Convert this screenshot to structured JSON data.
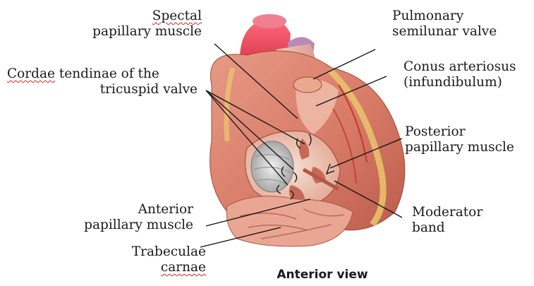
{
  "labels": {
    "spectal": {
      "line1": "Spectal",
      "line2": "papillary muscle"
    },
    "cordae": {
      "line1_a": "Cordae",
      "line1_b": " tendinae of the",
      "line2": "tricuspid valve"
    },
    "anterior": {
      "line1": "Anterior",
      "line2": "papillary muscle"
    },
    "trabeculae": {
      "line1": "Trabeculae",
      "line2": "carnae"
    },
    "pulmonary": {
      "line1": "Pulmonary",
      "line2": "semilunar valve"
    },
    "conus": {
      "line1": "Conus arteriosus",
      "line2": "(infundibulum)"
    },
    "posterior": {
      "line1": "Posterior",
      "line2": "papillary muscle"
    },
    "moderator": {
      "line1": "Moderator",
      "line2": "band"
    }
  },
  "caption": "Anterior view",
  "colors": {
    "myocardium": "#d9826f",
    "myocardium_dark": "#b85a4a",
    "fat": "#e8c36a",
    "aorta": "#e8475a",
    "vein": "#4f8fd0",
    "pulmonary_trunk": "#e9b6a8",
    "chamber_interior": "#f2d3c4",
    "valve_leaflets": "#cfcfcf",
    "leader_lines": "#111111",
    "wavy_underline": "#d22222"
  }
}
